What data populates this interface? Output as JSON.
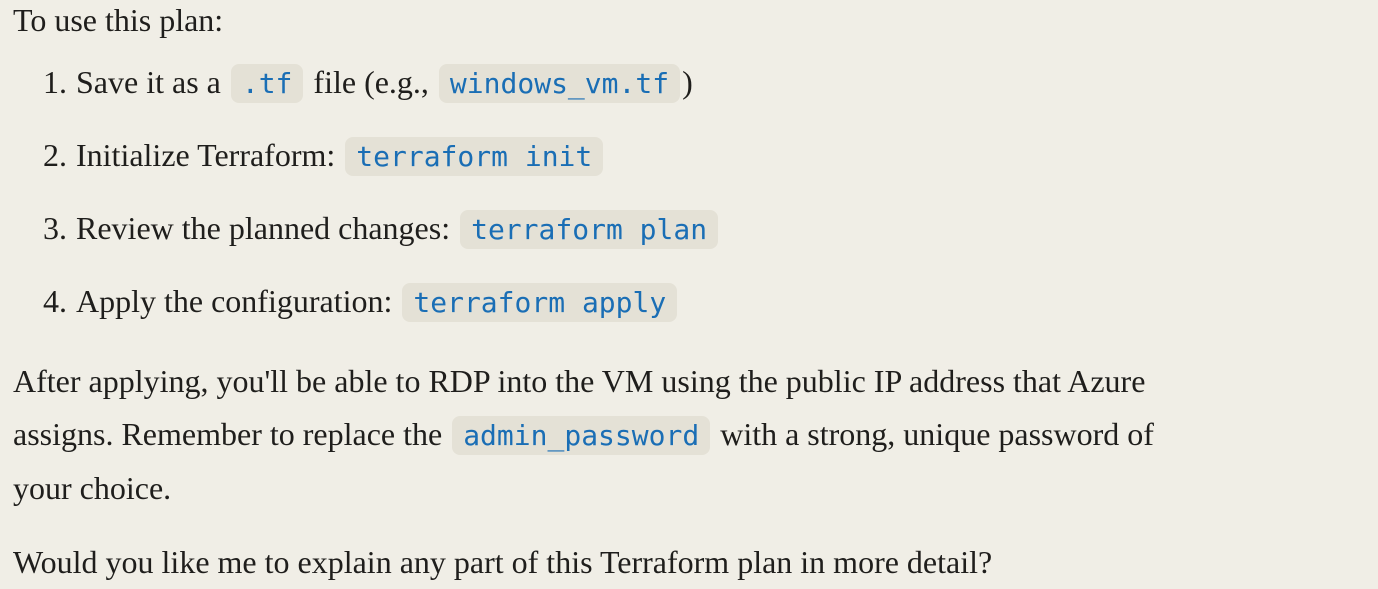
{
  "page": {
    "background_color": "#f0eee6",
    "text_color": "#1f1e1c",
    "inline_code_color": "#1a6eb5",
    "inline_code_background": "#e4e1d6"
  },
  "content": {
    "intro": "To use this plan:",
    "steps": [
      {
        "number": "1.",
        "runs": [
          {
            "t": "text",
            "v": "Save it as a "
          },
          {
            "t": "code",
            "v": ".tf"
          },
          {
            "t": "text",
            "v": " file (e.g., "
          },
          {
            "t": "code",
            "v": "windows_vm.tf"
          },
          {
            "t": "text",
            "v": ")"
          }
        ]
      },
      {
        "number": "2.",
        "runs": [
          {
            "t": "text",
            "v": "Initialize Terraform: "
          },
          {
            "t": "code",
            "v": "terraform init"
          }
        ]
      },
      {
        "number": "3.",
        "runs": [
          {
            "t": "text",
            "v": "Review the planned changes: "
          },
          {
            "t": "code",
            "v": "terraform plan"
          }
        ]
      },
      {
        "number": "4.",
        "runs": [
          {
            "t": "text",
            "v": "Apply the configuration: "
          },
          {
            "t": "code",
            "v": "terraform apply"
          }
        ]
      }
    ],
    "after_paragraph": {
      "runs": [
        {
          "t": "text",
          "v": "After applying, you'll be able to RDP into the VM using the public IP address that Azure"
        },
        {
          "t": "break"
        },
        {
          "t": "text",
          "v": "assigns. Remember to replace the "
        },
        {
          "t": "code",
          "v": "admin_password"
        },
        {
          "t": "text",
          "v": " with a strong, unique password of"
        },
        {
          "t": "break"
        },
        {
          "t": "text",
          "v": "your choice."
        }
      ]
    },
    "closing_question": "Would you like me to explain any part of this Terraform plan in more detail?"
  }
}
